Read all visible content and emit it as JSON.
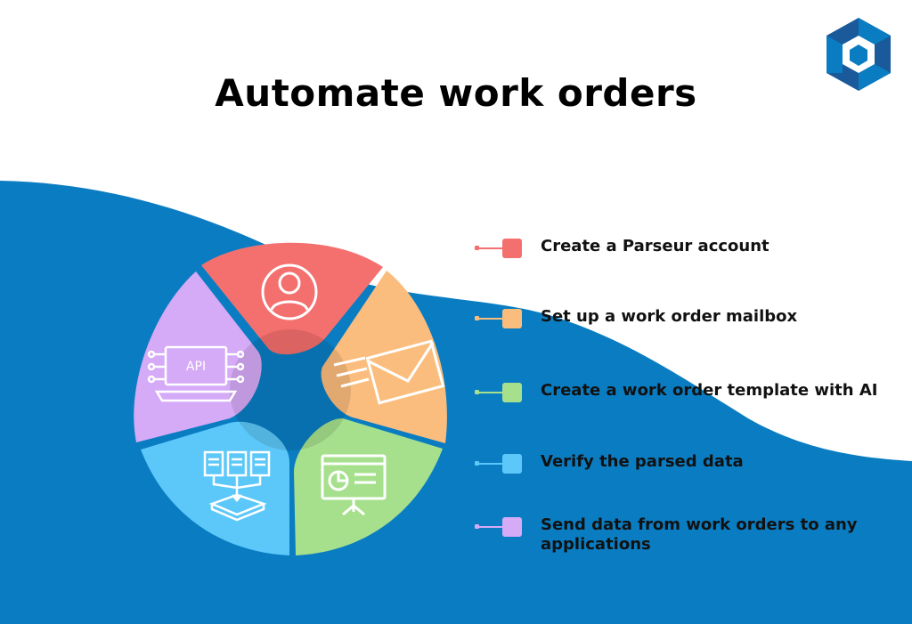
{
  "title": "Automate work orders",
  "colors": {
    "background": "#ffffff",
    "wave": "#0a7dc2",
    "step1": "#f4706f",
    "step2": "#fbbd7d",
    "step3": "#a6e08d",
    "step4": "#5cc8f9",
    "step5": "#d5aaf7"
  },
  "wheel": {
    "segments": [
      {
        "name": "user-icon",
        "color": "#f4706f"
      },
      {
        "name": "email-icon",
        "color": "#fbbd7d"
      },
      {
        "name": "presentation-icon",
        "color": "#a6e08d"
      },
      {
        "name": "documents-to-tray-icon",
        "color": "#5cc8f9"
      },
      {
        "name": "api-laptop-icon",
        "color": "#d5aaf7",
        "icon_text": "API"
      }
    ]
  },
  "steps": [
    {
      "label": "Create a Parseur account",
      "color": "#f4706f"
    },
    {
      "label": "Set up a work order mailbox",
      "color": "#fbbd7d"
    },
    {
      "label": "Create a work order template with AI",
      "color": "#a6e08d"
    },
    {
      "label": "Verify the parsed data",
      "color": "#5cc8f9"
    },
    {
      "label": "Send data from work orders to any applications",
      "color": "#d5aaf7"
    }
  ]
}
